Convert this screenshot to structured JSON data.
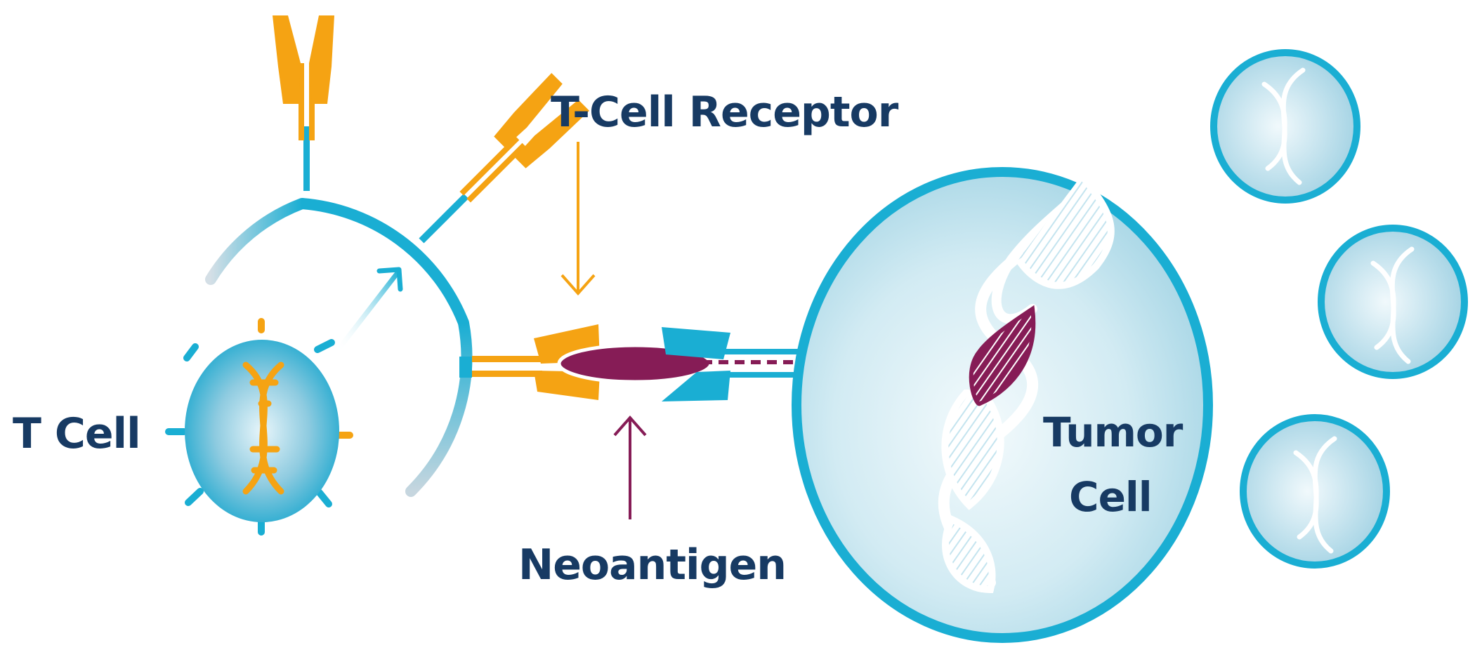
{
  "labels": {
    "t_cell_receptor": "T-Cell Receptor",
    "t_cell": "T Cell",
    "neoantigen": "Neoantigen",
    "tumor_line1": "Tumor",
    "tumor_line2": "Cell"
  },
  "colors": {
    "label_text": "#173a63",
    "membrane_cyan": "#1aaed3",
    "receptor_orange": "#f5a313",
    "neoantigen_purple": "#861c56",
    "cell_fill_light": "#dff1f7",
    "cell_fill_mid": "#a9d7e6"
  },
  "icons": {
    "t_cell_dna": "dna-helix-icon",
    "tumor_dna": "dna-helix-icon",
    "daughter_cell_dna": "dna-helix-icon"
  }
}
